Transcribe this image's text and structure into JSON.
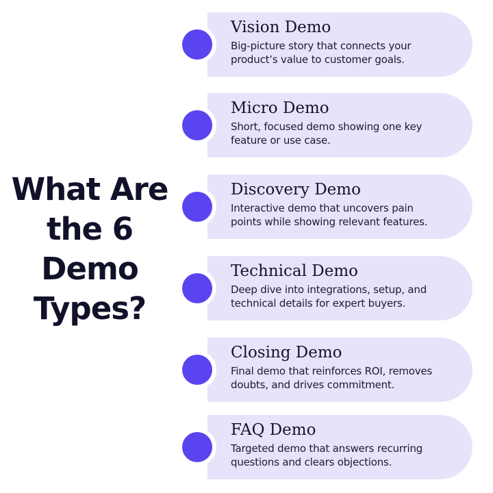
{
  "title": {
    "lines": [
      "What Are",
      "the 6",
      "Demo",
      "Types?"
    ]
  },
  "colors": {
    "card_background": "#e7e3fb",
    "dot": "#5a44f0",
    "title_text": "#11112a"
  },
  "items": [
    {
      "icon": "bullet-dot",
      "title": "Vision Demo",
      "desc_lines": [
        "Big-picture story that connects your",
        "product’s value to customer goals."
      ]
    },
    {
      "icon": "bullet-dot",
      "title": "Micro Demo",
      "desc_lines": [
        "Short, focused demo showing one key",
        "feature or use case."
      ]
    },
    {
      "icon": "bullet-dot",
      "title": "Discovery Demo",
      "desc_lines": [
        "Interactive demo that uncovers pain",
        "points while showing relevant features."
      ]
    },
    {
      "icon": "bullet-dot",
      "title": "Technical Demo",
      "desc_lines": [
        "Deep dive into integrations, setup, and",
        "technical details for expert buyers."
      ]
    },
    {
      "icon": "bullet-dot",
      "title": "Closing Demo",
      "desc_lines": [
        "Final demo that reinforces ROI, removes",
        "doubts, and drives commitment."
      ]
    },
    {
      "icon": "bullet-dot",
      "title": "FAQ Demo",
      "desc_lines": [
        "Targeted demo that answers recurring",
        "questions and clears objections."
      ]
    }
  ]
}
